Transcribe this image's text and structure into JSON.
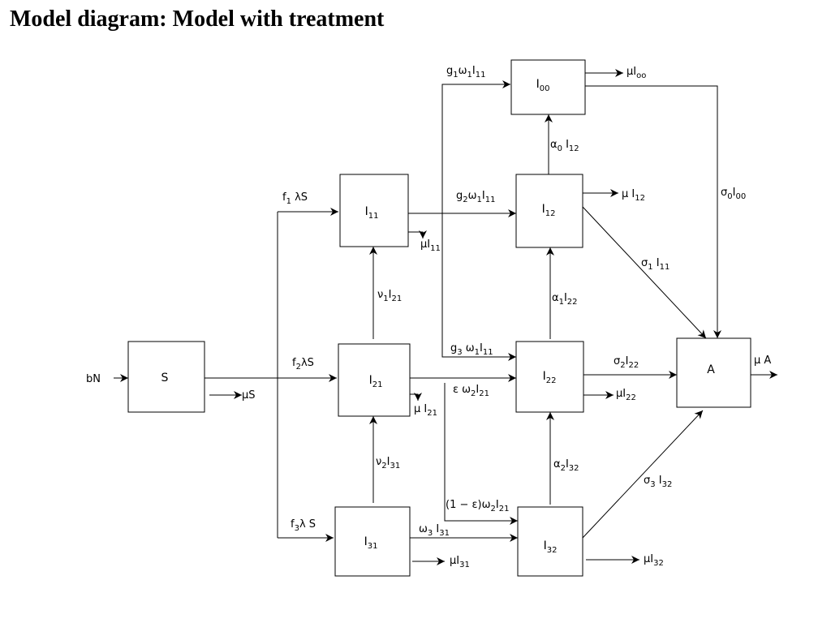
{
  "title": "Model diagram: Model with treatment",
  "compartments": {
    "S": {
      "main": "S",
      "sub": ""
    },
    "I00": {
      "main": "I",
      "sub": "00"
    },
    "I11": {
      "main": "I",
      "sub": "11"
    },
    "I12": {
      "main": "I",
      "sub": "12"
    },
    "I21": {
      "main": "I",
      "sub": "21"
    },
    "I22": {
      "main": "I",
      "sub": "22"
    },
    "I31": {
      "main": "I",
      "sub": "31"
    },
    "I32": {
      "main": "I",
      "sub": "32"
    },
    "A": {
      "main": "A",
      "sub": ""
    }
  },
  "flows": {
    "bN": "bN",
    "muS": "μS",
    "f1": {
      "a": "f",
      "s": "1",
      "b": " λS"
    },
    "f2": {
      "a": "f",
      "s": "2",
      "b": "λS"
    },
    "f3": {
      "a": "f",
      "s": "3",
      "b": "λ S"
    },
    "g1": {
      "a": "g",
      "s1": "1",
      "b": "ω",
      "s2": "1",
      "c": "I",
      "s3": "11"
    },
    "g2": {
      "a": "g",
      "s1": "2",
      "b": "ω",
      "s2": "1",
      "c": "I",
      "s3": "11"
    },
    "g3": {
      "a": "g",
      "s1": "3",
      "b": " ω",
      "s2": "1",
      "c": "I",
      "s3": "11"
    },
    "muI00": {
      "a": "μI",
      "s": "oo"
    },
    "muI11": {
      "a": "μI",
      "s": "11"
    },
    "muI12": {
      "a": "μ I",
      "s": "12"
    },
    "muI21": {
      "a": "μ I",
      "s": "21"
    },
    "muI22": {
      "a": "μI",
      "s": "22"
    },
    "muI31": {
      "a": "μI",
      "s": "31"
    },
    "muI32": {
      "a": "μI",
      "s": "32"
    },
    "muA": "μ A",
    "alpha0": {
      "a": "α",
      "s1": "0",
      "b": " I",
      "s2": "12"
    },
    "alpha1": {
      "a": "α",
      "s1": "1",
      "b": "I",
      "s2": "22"
    },
    "alpha2": {
      "a": "α",
      "s1": "2",
      "b": "I",
      "s2": "32"
    },
    "sigma0": {
      "a": "σ",
      "s1": "0",
      "b": "I",
      "s2": "00"
    },
    "sigma1": {
      "a": "σ",
      "s1": "1",
      "b": " I",
      "s2": "11"
    },
    "sigma2": {
      "a": "σ",
      "s1": "2",
      "b": "I",
      "s2": "22"
    },
    "sigma3": {
      "a": "σ",
      "s1": "3",
      "b": " I",
      "s2": "32"
    },
    "nu1": {
      "a": "ν",
      "s1": "1",
      "b": "I",
      "s2": "21"
    },
    "nu2": {
      "a": "ν",
      "s1": "2",
      "b": "I",
      "s2": "31"
    },
    "eps": {
      "a": "ε ω",
      "s1": "2",
      "b": "I",
      "s2": "21"
    },
    "oneminuseps": {
      "a": "(1 − ε)ω",
      "s1": "2",
      "b": "I",
      "s2": "21"
    },
    "omega3": {
      "a": "ω",
      "s1": "3",
      "b": " I",
      "s2": "31"
    }
  }
}
